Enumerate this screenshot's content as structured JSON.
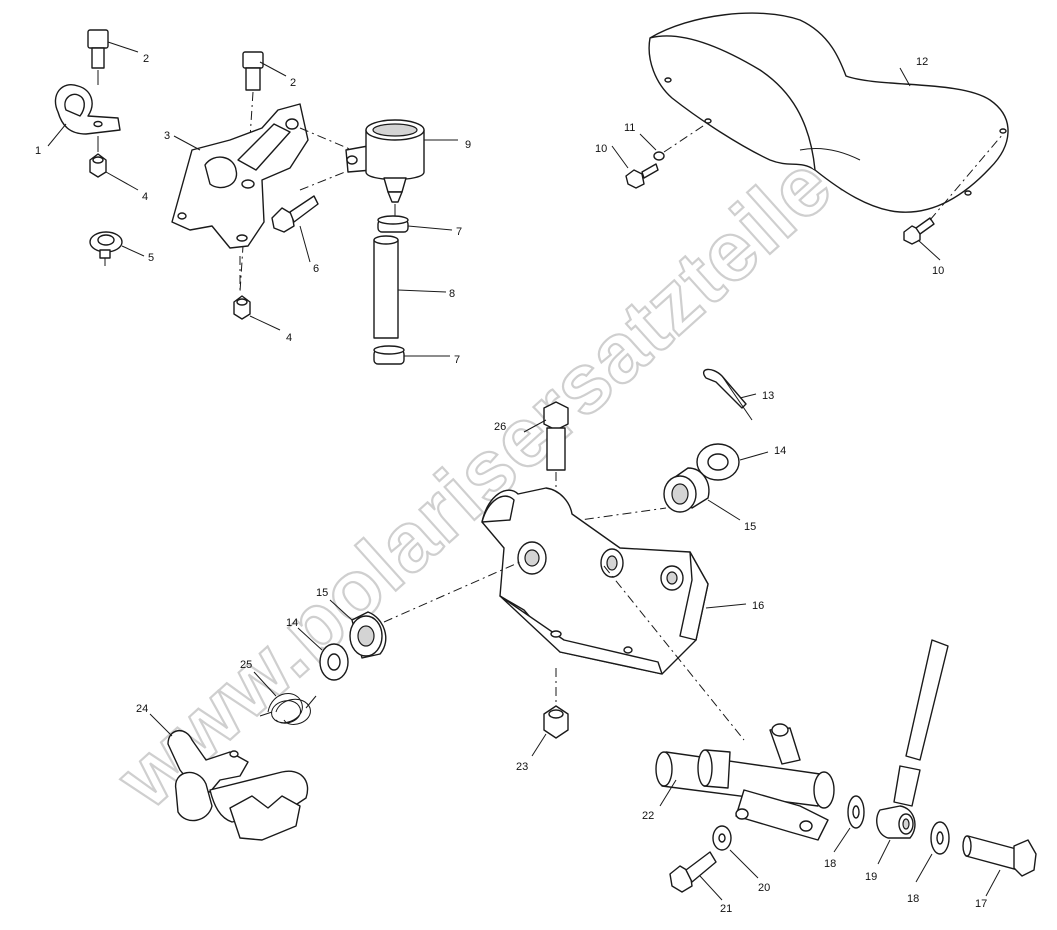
{
  "watermark": "www.polarisersatzteile.de",
  "callouts": {
    "c1": "1",
    "c2a": "2",
    "c2b": "2",
    "c3": "3",
    "c4a": "4",
    "c4b": "4",
    "c5": "5",
    "c6": "6",
    "c7a": "7",
    "c7b": "7",
    "c8": "8",
    "c9": "9",
    "c10a": "10",
    "c10b": "10",
    "c11": "11",
    "c12": "12",
    "c13": "13",
    "c14a": "14",
    "c14b": "14",
    "c15a": "15",
    "c15b": "15",
    "c16": "16",
    "c17": "17",
    "c18a": "18",
    "c18b": "18",
    "c19": "19",
    "c20": "20",
    "c21": "21",
    "c22": "22",
    "c23": "23",
    "c24": "24",
    "c25": "25",
    "c26": "26"
  }
}
